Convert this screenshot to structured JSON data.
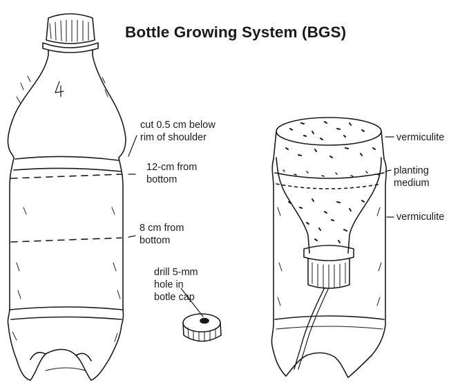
{
  "title": "Bottle Growing System (BGS)",
  "figures": {
    "whole_bottle": {
      "labels": {
        "cut_line": [
          "cut 0.5 cm below",
          "rim of shoulder"
        ],
        "twelve_cm": [
          "12-cm from",
          "bottom"
        ],
        "eight_cm": [
          "8 cm from",
          "bottom"
        ]
      }
    },
    "bottle_cap": {
      "label": [
        "drill 5-mm",
        "hole in",
        "botle cap"
      ]
    },
    "assembled_system": {
      "labels": {
        "top_layer": "vermiculite",
        "planting_medium": [
          "planting",
          "medium"
        ],
        "bottom_layer": "vermiculite"
      }
    }
  },
  "colors": {
    "ink": "#1a1a1a",
    "background": "#ffffff"
  }
}
